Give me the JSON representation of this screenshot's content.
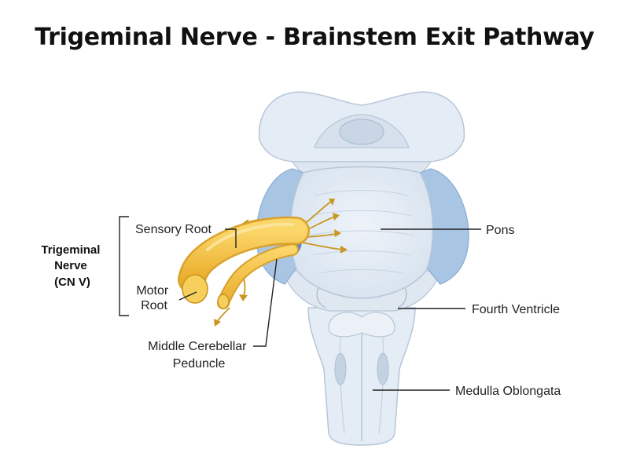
{
  "title": "Trigeminal Nerve - Brainstem Exit Pathway",
  "labels": {
    "group_line1": "Trigeminal",
    "group_line2": "Nerve",
    "group_line3": "(CN V)",
    "sensory_root": "Sensory Root",
    "motor_root_line1": "Motor",
    "motor_root_line2": "Root",
    "mcp_line1": "Middle Cerebellar",
    "mcp_line2": "Peduncle",
    "pons": "Pons",
    "fourth_ventricle": "Fourth Ventricle",
    "medulla": "Medulla Oblongata"
  },
  "colors": {
    "tissue": "#e4ecf5",
    "tissue_outline": "#b7c6d6",
    "peduncle": "#a9c5e4",
    "nerve": "#f3c14a",
    "nerve_dark": "#d9a12c",
    "fiber_arrows": "#c99720"
  }
}
